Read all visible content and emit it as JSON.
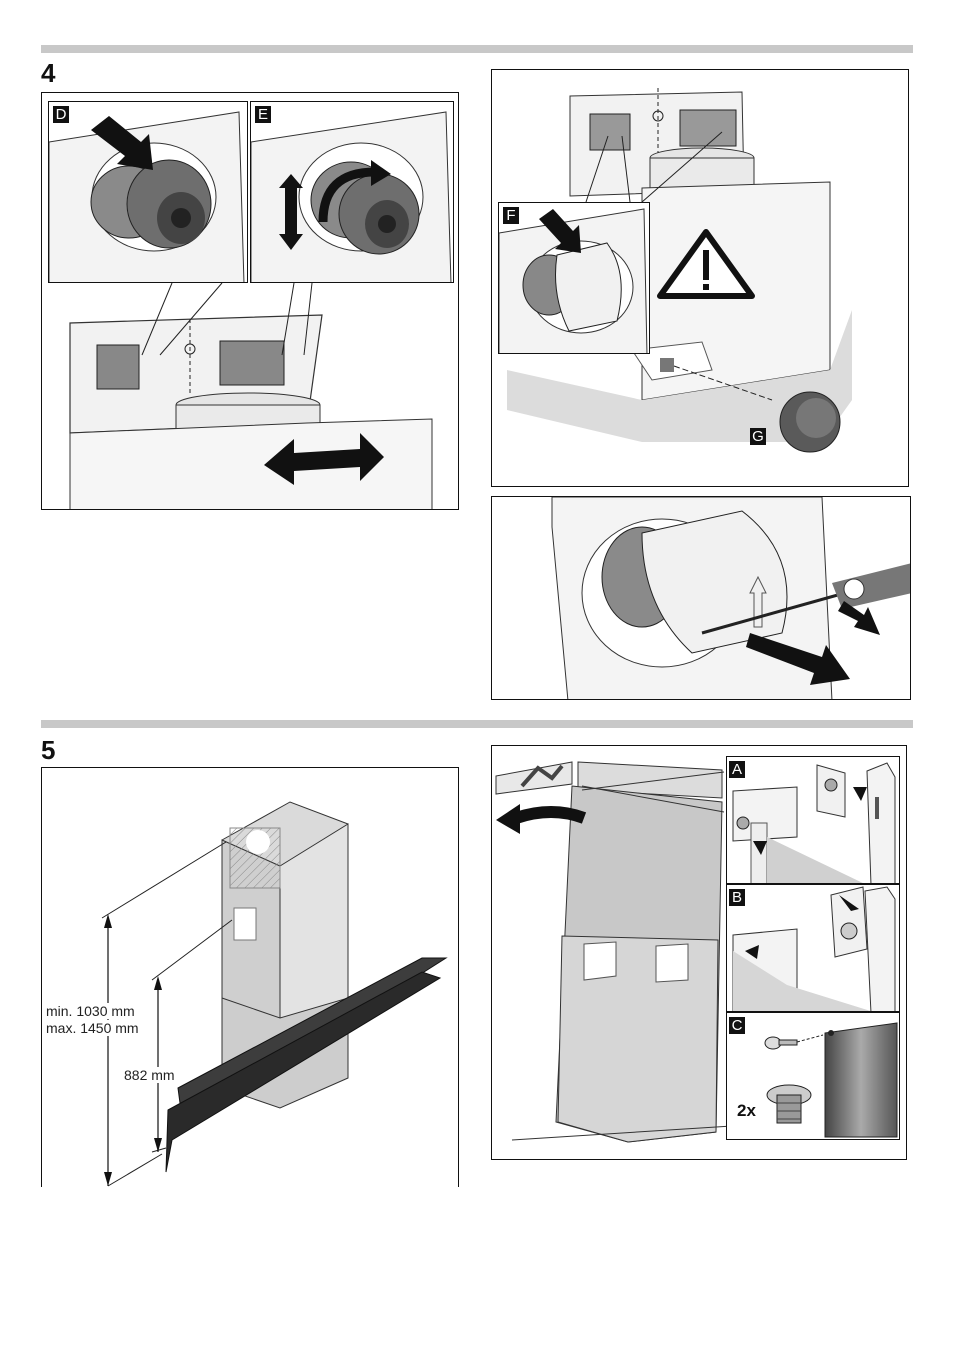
{
  "step4": {
    "number": "4",
    "labels": {
      "d": "D",
      "e": "E",
      "f": "F",
      "g": "G"
    }
  },
  "step5": {
    "number": "5",
    "dimensions": {
      "min": "min. 1030 mm",
      "max": "max. 1450 mm",
      "height": "882 mm"
    },
    "labels": {
      "a": "A",
      "b": "B",
      "c": "C"
    },
    "quantity": "2x"
  },
  "icons": [
    "warning-triangle-icon",
    "push-arrow-icon",
    "rotate-arrow-icon",
    "double-arrow-icon",
    "screw-icon"
  ],
  "colors": {
    "divider": "#c8c8c8",
    "outline": "#111111",
    "shade": "#d9d9d9",
    "dark": "#555555"
  }
}
